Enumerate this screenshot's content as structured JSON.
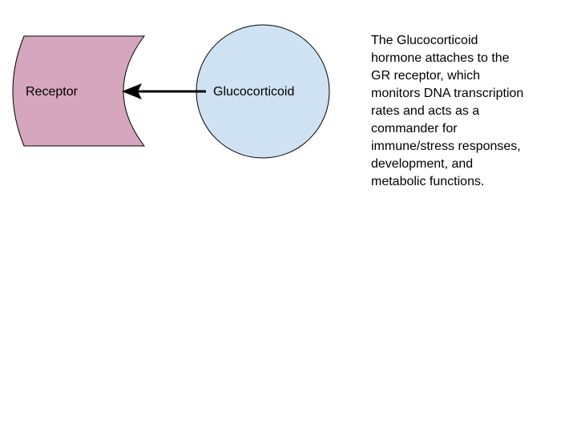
{
  "diagram": {
    "receptor": {
      "label": "Receptor",
      "fill_color": "#d5a6bd",
      "stroke_color": "#000000"
    },
    "glucocorticoid": {
      "label": "Glucocorticoid",
      "fill_color": "#cfe2f3",
      "stroke_color": "#000000"
    },
    "arrow": {
      "color": "#000000",
      "direction": "glucocorticoid-to-receptor"
    },
    "description": {
      "lines": [
        "The Glucocorticoid",
        "hormone attaches to the",
        "GR receptor, which",
        "monitors DNA transcription",
        "rates and acts as a",
        "commander for",
        "immune/stress responses,",
        "development, and",
        "metabolic functions."
      ]
    }
  }
}
